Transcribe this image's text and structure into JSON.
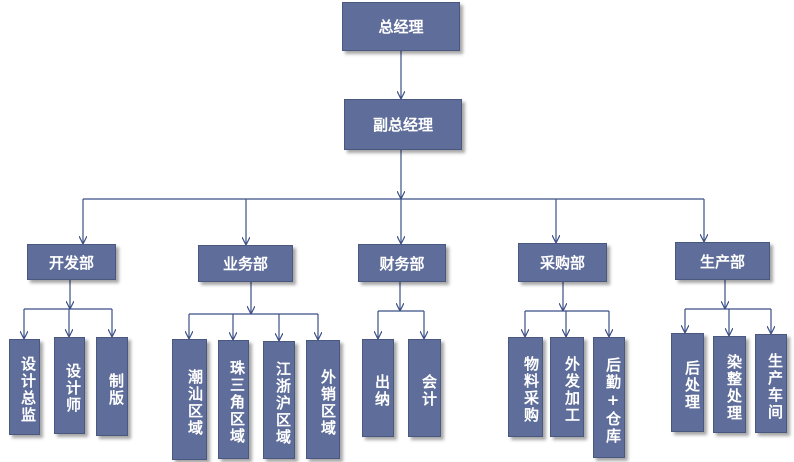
{
  "colors": {
    "box_fill": "#5e6d99",
    "line": "#3c4f86",
    "text": "#ffffff"
  },
  "chart": {
    "top": "总经理",
    "vice": "副总经理",
    "departments": [
      {
        "name": "开发部",
        "children": [
          "设计总监",
          "设计师",
          "制版"
        ]
      },
      {
        "name": "业务部",
        "children": [
          "潮汕区域",
          "珠三角区域",
          "江浙沪区域",
          "外销区域"
        ]
      },
      {
        "name": "财务部",
        "children": [
          "出纳",
          "会计"
        ]
      },
      {
        "name": "采购部",
        "children": [
          "物料采购",
          "外发加工",
          "后勤+仓库"
        ]
      },
      {
        "name": "生产部",
        "children": [
          "后处理",
          "染整处理",
          "生产车间"
        ]
      }
    ]
  }
}
